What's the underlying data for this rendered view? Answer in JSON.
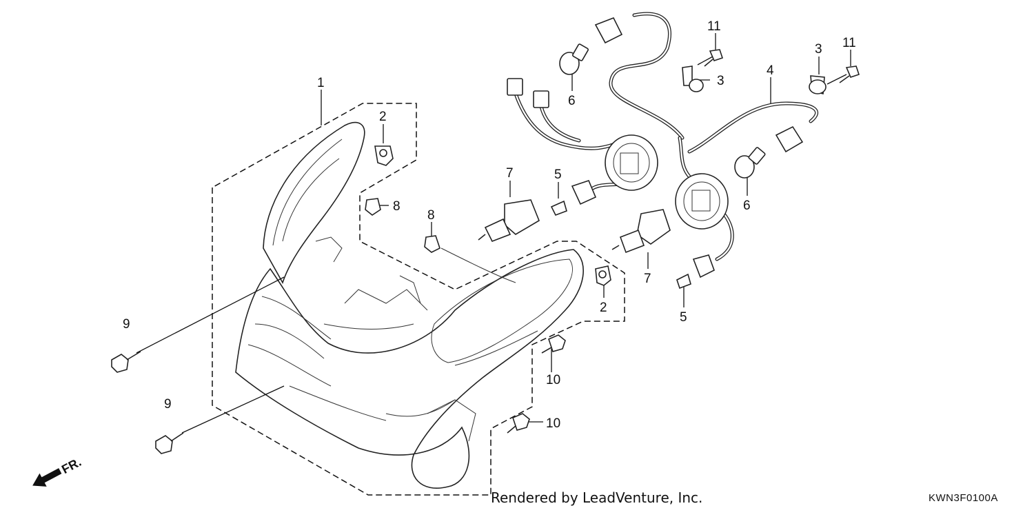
{
  "diagram": {
    "callouts": {
      "c1": "1",
      "c2a": "2",
      "c2b": "2",
      "c3a": "3",
      "c3b": "3",
      "c4": "4",
      "c5a": "5",
      "c5b": "5",
      "c6a": "6",
      "c6b": "6",
      "c7a": "7",
      "c7b": "7",
      "c8a": "8",
      "c8b": "8",
      "c9a": "9",
      "c9b": "9",
      "c10a": "10",
      "c10b": "10",
      "c11a": "11",
      "c11b": "11"
    },
    "front_label": "FR.",
    "credit": "Rendered by LeadVenture, Inc.",
    "diagram_code": "KWN3F0100A"
  }
}
